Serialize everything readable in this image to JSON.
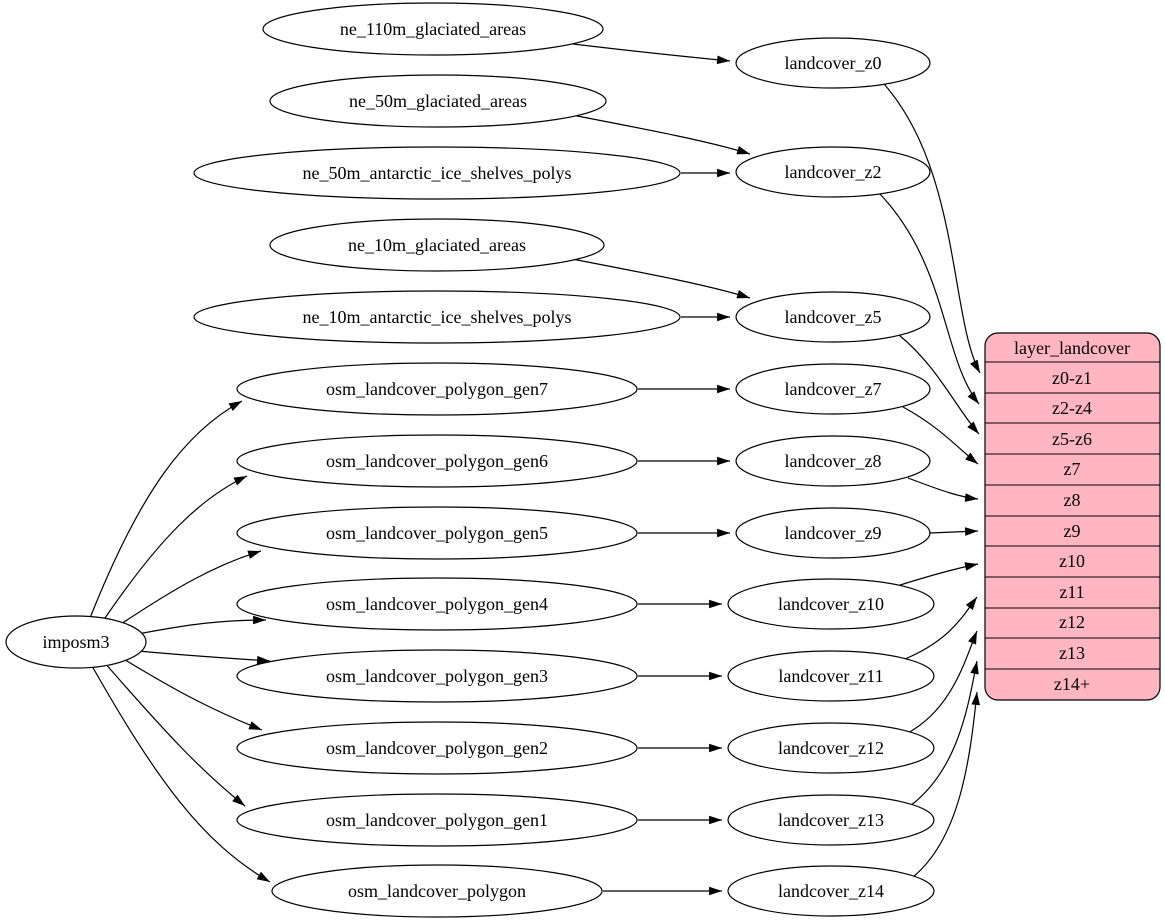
{
  "nodes": {
    "imposm3": "imposm3",
    "ne_110m_glaciated_areas": "ne_110m_glaciated_areas",
    "ne_50m_glaciated_areas": "ne_50m_glaciated_areas",
    "ne_50m_antarctic_ice_shelves_polys": "ne_50m_antarctic_ice_shelves_polys",
    "ne_10m_glaciated_areas": "ne_10m_glaciated_areas",
    "ne_10m_antarctic_ice_shelves_polys": "ne_10m_antarctic_ice_shelves_polys",
    "osm_landcover_polygon_gen7": "osm_landcover_polygon_gen7",
    "osm_landcover_polygon_gen6": "osm_landcover_polygon_gen6",
    "osm_landcover_polygon_gen5": "osm_landcover_polygon_gen5",
    "osm_landcover_polygon_gen4": "osm_landcover_polygon_gen4",
    "osm_landcover_polygon_gen3": "osm_landcover_polygon_gen3",
    "osm_landcover_polygon_gen2": "osm_landcover_polygon_gen2",
    "osm_landcover_polygon_gen1": "osm_landcover_polygon_gen1",
    "osm_landcover_polygon": "osm_landcover_polygon",
    "landcover_z0": "landcover_z0",
    "landcover_z2": "landcover_z2",
    "landcover_z5": "landcover_z5",
    "landcover_z7": "landcover_z7",
    "landcover_z8": "landcover_z8",
    "landcover_z9": "landcover_z9",
    "landcover_z10": "landcover_z10",
    "landcover_z11": "landcover_z11",
    "landcover_z12": "landcover_z12",
    "landcover_z13": "landcover_z13",
    "landcover_z14": "landcover_z14"
  },
  "record": {
    "title": "layer_landcover",
    "rows": [
      "z0-z1",
      "z2-z4",
      "z5-z6",
      "z7",
      "z8",
      "z9",
      "z10",
      "z11",
      "z12",
      "z13",
      "z14+"
    ]
  },
  "edges": [
    {
      "from": "imposm3",
      "to": "osm_landcover_polygon_gen7"
    },
    {
      "from": "imposm3",
      "to": "osm_landcover_polygon_gen6"
    },
    {
      "from": "imposm3",
      "to": "osm_landcover_polygon_gen5"
    },
    {
      "from": "imposm3",
      "to": "osm_landcover_polygon_gen4"
    },
    {
      "from": "imposm3",
      "to": "osm_landcover_polygon_gen3"
    },
    {
      "from": "imposm3",
      "to": "osm_landcover_polygon_gen2"
    },
    {
      "from": "imposm3",
      "to": "osm_landcover_polygon_gen1"
    },
    {
      "from": "imposm3",
      "to": "osm_landcover_polygon"
    },
    {
      "from": "ne_110m_glaciated_areas",
      "to": "landcover_z0"
    },
    {
      "from": "ne_50m_glaciated_areas",
      "to": "landcover_z2"
    },
    {
      "from": "ne_50m_antarctic_ice_shelves_polys",
      "to": "landcover_z2"
    },
    {
      "from": "ne_10m_glaciated_areas",
      "to": "landcover_z5"
    },
    {
      "from": "ne_10m_antarctic_ice_shelves_polys",
      "to": "landcover_z5"
    },
    {
      "from": "osm_landcover_polygon_gen7",
      "to": "landcover_z7"
    },
    {
      "from": "osm_landcover_polygon_gen6",
      "to": "landcover_z8"
    },
    {
      "from": "osm_landcover_polygon_gen5",
      "to": "landcover_z9"
    },
    {
      "from": "osm_landcover_polygon_gen4",
      "to": "landcover_z10"
    },
    {
      "from": "osm_landcover_polygon_gen3",
      "to": "landcover_z11"
    },
    {
      "from": "osm_landcover_polygon_gen2",
      "to": "landcover_z12"
    },
    {
      "from": "osm_landcover_polygon_gen1",
      "to": "landcover_z13"
    },
    {
      "from": "osm_landcover_polygon",
      "to": "landcover_z14"
    },
    {
      "from": "landcover_z0",
      "to": "layer_landcover.z0-z1"
    },
    {
      "from": "landcover_z2",
      "to": "layer_landcover.z2-z4"
    },
    {
      "from": "landcover_z5",
      "to": "layer_landcover.z5-z6"
    },
    {
      "from": "landcover_z7",
      "to": "layer_landcover.z7"
    },
    {
      "from": "landcover_z8",
      "to": "layer_landcover.z8"
    },
    {
      "from": "landcover_z9",
      "to": "layer_landcover.z9"
    },
    {
      "from": "landcover_z10",
      "to": "layer_landcover.z10"
    },
    {
      "from": "landcover_z11",
      "to": "layer_landcover.z11"
    },
    {
      "from": "landcover_z12",
      "to": "layer_landcover.z12"
    },
    {
      "from": "landcover_z13",
      "to": "layer_landcover.z13"
    },
    {
      "from": "landcover_z14",
      "to": "layer_landcover.z14+"
    }
  ],
  "colors": {
    "record_fill": "#ffb6c1",
    "node_fill": "#ffffff",
    "stroke": "#000000",
    "background": "#ffffff"
  }
}
